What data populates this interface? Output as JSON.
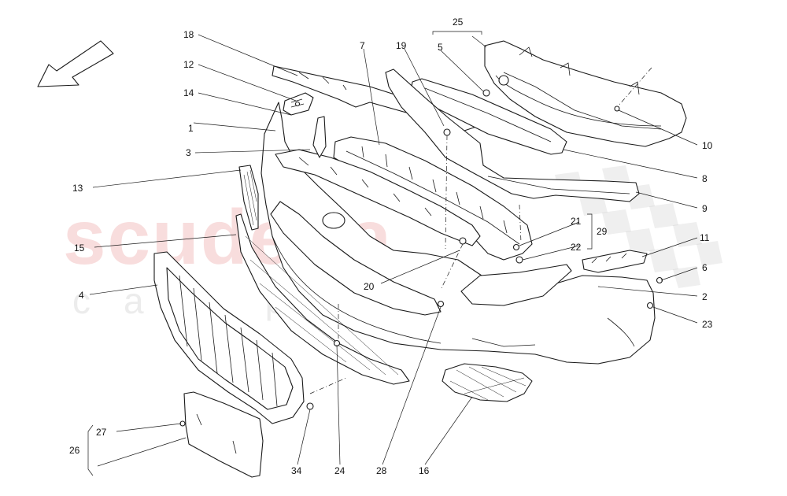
{
  "watermark": {
    "word": "scuderia",
    "subword": "car parts"
  },
  "callouts": [
    {
      "n": "1"
    },
    {
      "n": "2"
    },
    {
      "n": "3"
    },
    {
      "n": "4"
    },
    {
      "n": "5"
    },
    {
      "n": "6"
    },
    {
      "n": "7"
    },
    {
      "n": "8"
    },
    {
      "n": "9"
    },
    {
      "n": "10"
    },
    {
      "n": "11"
    },
    {
      "n": "12"
    },
    {
      "n": "13"
    },
    {
      "n": "14"
    },
    {
      "n": "15"
    },
    {
      "n": "16"
    },
    {
      "n": "18"
    },
    {
      "n": "19"
    },
    {
      "n": "20"
    },
    {
      "n": "21"
    },
    {
      "n": "22"
    },
    {
      "n": "23"
    },
    {
      "n": "24"
    },
    {
      "n": "25"
    },
    {
      "n": "26"
    },
    {
      "n": "27"
    },
    {
      "n": "28"
    },
    {
      "n": "29"
    },
    {
      "n": "34"
    }
  ]
}
